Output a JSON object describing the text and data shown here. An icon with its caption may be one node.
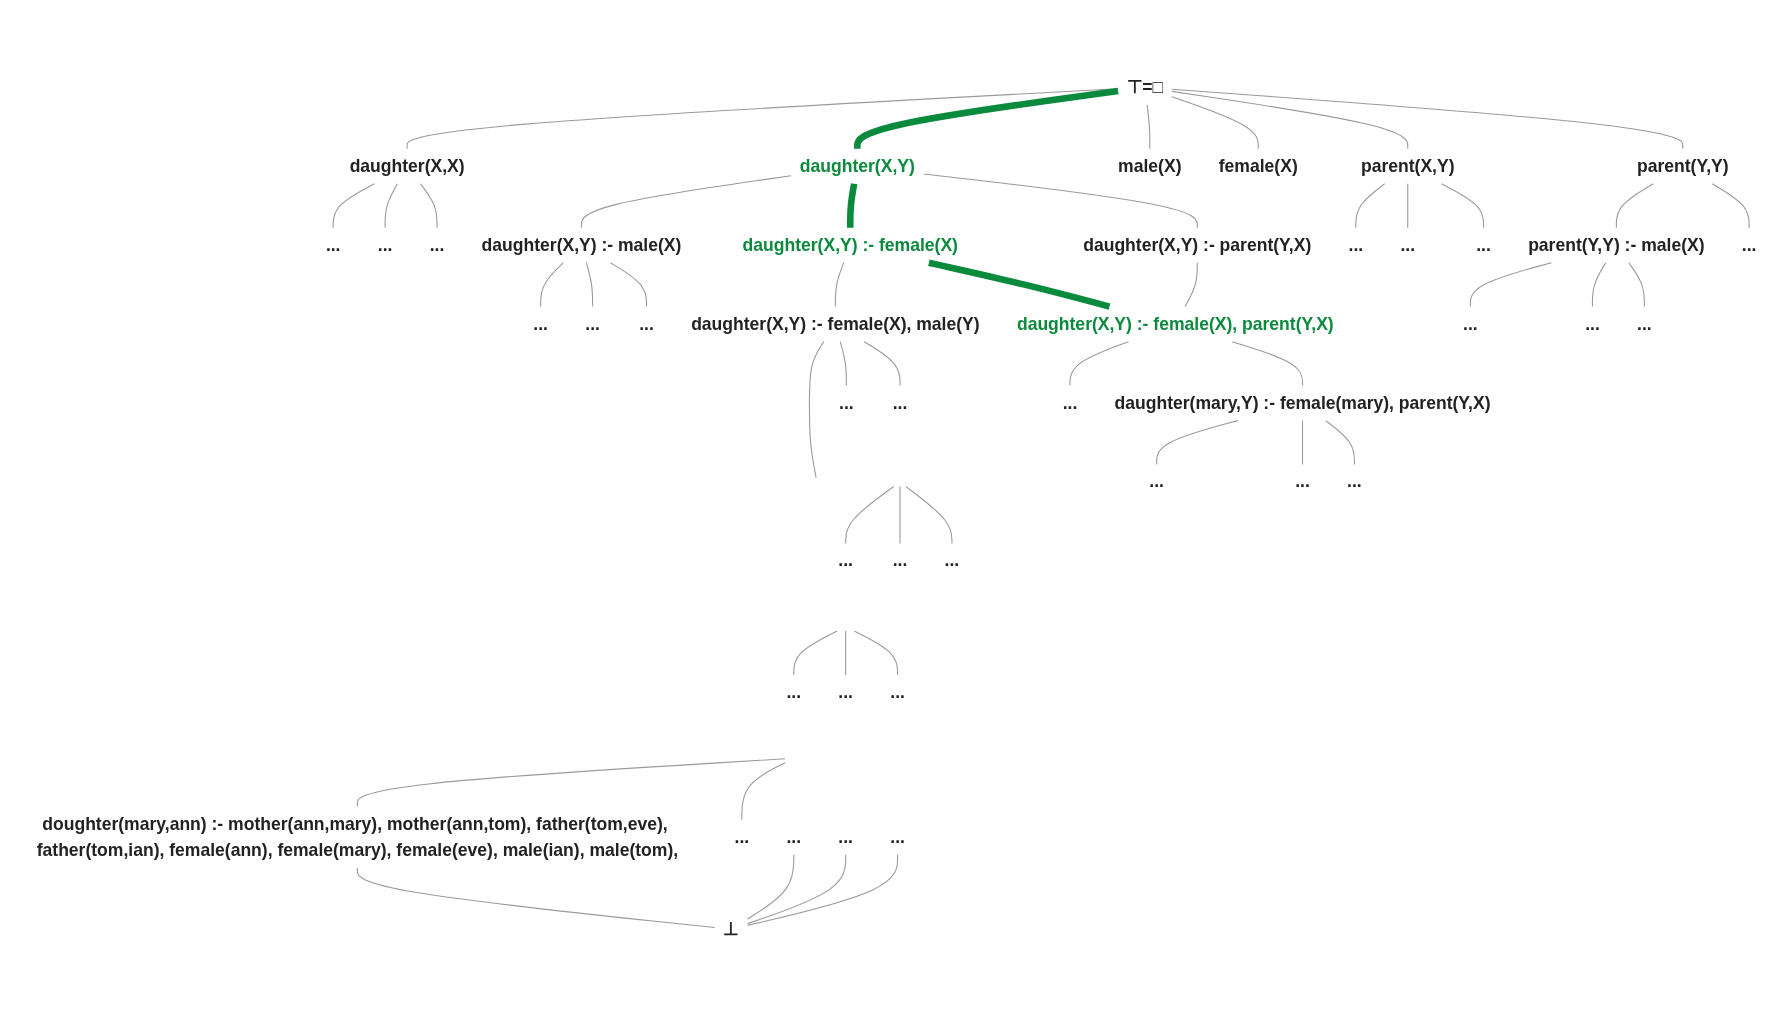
{
  "diagram": {
    "nodes": [
      {
        "text": [
          "⊤=□"
        ]
      },
      {
        "text": [
          "daughter(X,X)"
        ]
      },
      {
        "text": [
          "daughter(X,Y)"
        ]
      },
      {
        "text": [
          "male(X)"
        ]
      },
      {
        "text": [
          "female(X)"
        ]
      },
      {
        "text": [
          "parent(X,Y)"
        ]
      },
      {
        "text": [
          "parent(Y,Y)"
        ]
      },
      {
        "text": [
          "..."
        ]
      },
      {
        "text": [
          "..."
        ]
      },
      {
        "text": [
          "..."
        ]
      },
      {
        "text": [
          "..."
        ]
      },
      {
        "text": [
          "..."
        ]
      },
      {
        "text": [
          "..."
        ]
      },
      {
        "text": [
          "..."
        ]
      },
      {
        "text": [
          "parent(Y,Y) :- male(X)"
        ]
      },
      {
        "text": [
          "daughter(X,Y) :- male(X)"
        ]
      },
      {
        "text": [
          "daughter(X,Y) :- female(X)"
        ]
      },
      {
        "text": [
          "daughter(X,Y) :- parent(Y,X)"
        ]
      },
      {
        "text": [
          "..."
        ]
      },
      {
        "text": [
          "..."
        ]
      },
      {
        "text": [
          "..."
        ]
      },
      {
        "text": [
          "..."
        ]
      },
      {
        "text": [
          "..."
        ]
      },
      {
        "text": [
          "..."
        ]
      },
      {
        "text": [
          "daughter(X,Y) :- female(X), male(Y)"
        ]
      },
      {
        "text": [
          "daughter(X,Y) :- female(X), parent(Y,X)"
        ]
      },
      {
        "text": [
          "..."
        ]
      },
      {
        "text": [
          "..."
        ]
      },
      {
        "text": [
          "..."
        ]
      },
      {
        "text": [
          "..."
        ]
      },
      {
        "text": [
          "..."
        ]
      },
      {
        "text": [
          "..."
        ]
      },
      {
        "text": [
          "..."
        ]
      },
      {
        "text": [
          "..."
        ]
      },
      {
        "text": [
          "..."
        ]
      },
      {
        "text": [
          "daughter(mary,Y) :- female(mary), parent(Y,X)"
        ]
      },
      {
        "text": [
          "..."
        ]
      },
      {
        "text": [
          "..."
        ]
      },
      {
        "text": [
          "..."
        ]
      },
      {
        "text": [
          "doughter(mary,ann) :- mother(ann,mary), mother(ann,tom), father(tom,eve), father(tom,ian), female(ann), female(mary), female(eve), male(ian), male(tom),"
        ]
      },
      {
        "text": [
          "..."
        ]
      },
      {
        "text": [
          "..."
        ]
      },
      {
        "text": [
          "..."
        ]
      },
      {
        "text": [
          "..."
        ]
      },
      {
        "text": [
          "⊥"
        ]
      }
    ],
    "edges": [
      {
        "from": 0,
        "to": 1,
        "arrow": "none"
      },
      {
        "from": 0,
        "to": 2,
        "arrow": "none",
        "style": "thick",
        "color": "#0a8a3c"
      },
      {
        "from": 0,
        "to": 3,
        "arrow": "none"
      },
      {
        "from": 0,
        "to": 4,
        "arrow": "none"
      },
      {
        "from": 0,
        "to": 5,
        "arrow": "none"
      },
      {
        "from": 0,
        "to": 6,
        "arrow": "none"
      },
      {
        "from": 1,
        "to": 7,
        "arrow": "none"
      },
      {
        "from": 1,
        "to": 8,
        "arrow": "none"
      },
      {
        "from": 1,
        "to": 9,
        "arrow": "none"
      },
      {
        "from": 5,
        "to": 10,
        "arrow": "none"
      },
      {
        "from": 5,
        "to": 11,
        "arrow": "none"
      },
      {
        "from": 5,
        "to": 12,
        "arrow": "none"
      },
      {
        "from": 6,
        "to": 14,
        "arrow": "none"
      },
      {
        "from": 6,
        "to": 13,
        "arrow": "none"
      },
      {
        "from": 2,
        "to": 15,
        "arrow": "none"
      },
      {
        "from": 2,
        "to": 16,
        "arrow": "none",
        "style": "thick",
        "color": "#0a8a3c"
      },
      {
        "from": 2,
        "to": 17,
        "arrow": "none"
      },
      {
        "from": 15,
        "to": 18,
        "arrow": "none"
      },
      {
        "from": 15,
        "to": 19,
        "arrow": "none"
      },
      {
        "from": 15,
        "to": 20,
        "arrow": "none"
      },
      {
        "from": 14,
        "to": 21,
        "arrow": "none"
      },
      {
        "from": 14,
        "to": 22,
        "arrow": "none"
      },
      {
        "from": 14,
        "to": 23,
        "arrow": "none"
      },
      {
        "from": 16,
        "to": 24,
        "arrow": "none"
      },
      {
        "from": 16,
        "to": 25,
        "arrow": "none",
        "style": "thick",
        "color": "#0a8a3c"
      },
      {
        "from": 17,
        "to": 25,
        "arrow": "none"
      },
      {
        "from": 24,
        "to": null,
        "arrow": "none"
      },
      {
        "from": 24,
        "to": 26,
        "arrow": "none"
      },
      {
        "from": 24,
        "to": 27,
        "arrow": "none"
      },
      {
        "from": null,
        "to": 28,
        "arrow": "none"
      },
      {
        "from": null,
        "to": 29,
        "arrow": "none"
      },
      {
        "from": null,
        "to": 30,
        "arrow": "none"
      },
      {
        "from": null,
        "to": 31,
        "arrow": "none"
      },
      {
        "from": null,
        "to": 32,
        "arrow": "none"
      },
      {
        "from": null,
        "to": 33,
        "arrow": "none"
      },
      {
        "from": 25,
        "to": 34,
        "arrow": "none"
      },
      {
        "from": 25,
        "to": 35,
        "arrow": "none"
      },
      {
        "from": 35,
        "to": 36,
        "arrow": "none"
      },
      {
        "from": 35,
        "to": 37,
        "arrow": "none"
      },
      {
        "from": 35,
        "to": 38,
        "arrow": "none"
      },
      {
        "from": null,
        "to": 39,
        "arrow": "none"
      },
      {
        "from": null,
        "to": 40,
        "arrow": "none"
      },
      {
        "from": 43,
        "to": 44,
        "arrow": "none"
      },
      {
        "from": 39,
        "to": 44,
        "arrow": "none"
      },
      {
        "from": 41,
        "to": 44,
        "arrow": "none"
      },
      {
        "from": 42,
        "to": 44,
        "arrow": "none"
      }
    ]
  }
}
